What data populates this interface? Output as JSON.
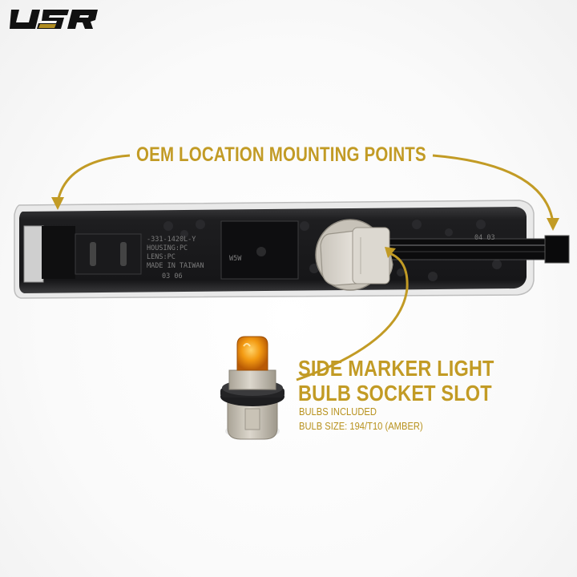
{
  "brand": {
    "logo_text": "USR"
  },
  "callouts": {
    "top_label": "OEM LOCATION MOUNTING POINTS",
    "side_title_line1": "SIDE MARKER LIGHT",
    "side_title_line2": "BULB SOCKET SLOT",
    "sub_line1": "BULBS INCLUDED",
    "sub_line2": "BULB SIZE: 194/T10 (AMBER)"
  },
  "housing_markings": {
    "line1": "-331-1420L-Y",
    "line2": "HOUSING:PC",
    "line3": "LENS:PC",
    "line4": "MADE IN TAIWAN",
    "line5": "03  06",
    "bulb_mark": "W5W",
    "date_mark": "04  03"
  },
  "colors": {
    "accent_gold": "#c29b25",
    "housing_dark": "#1c1c1e",
    "bulb_amber": "#f08a10"
  }
}
